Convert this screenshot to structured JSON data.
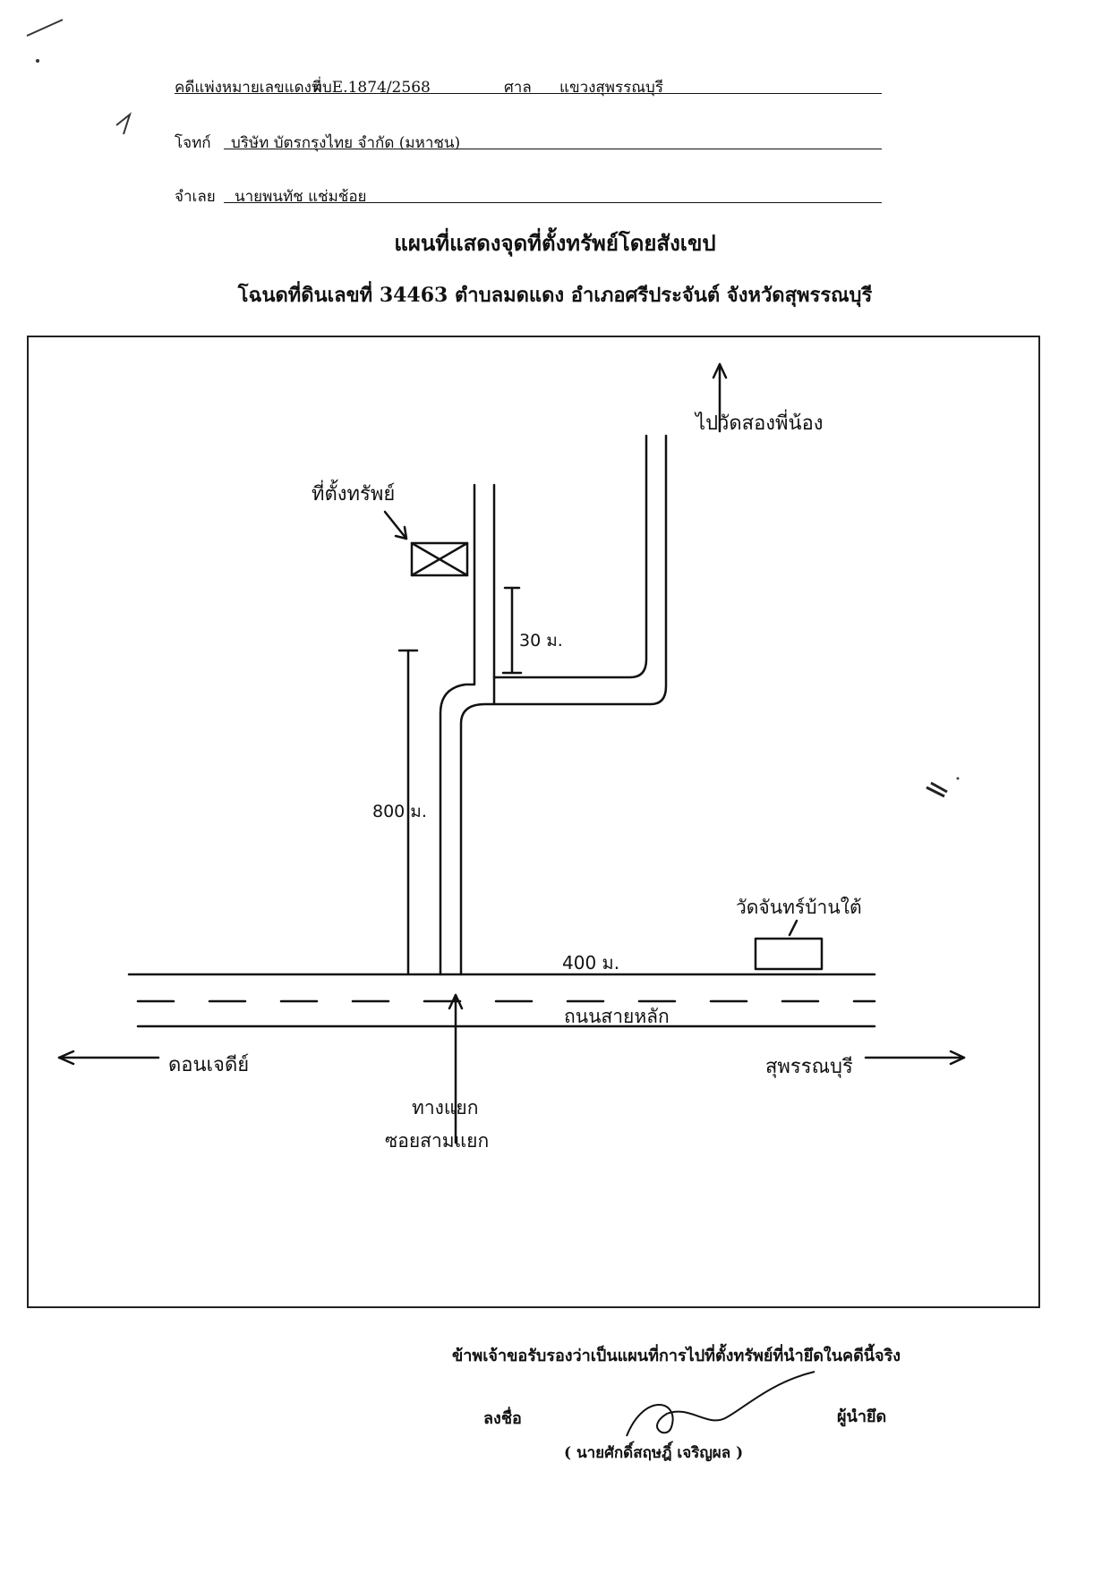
{
  "header": {
    "case_label": "คดีแพ่งหมายเลขแดงที่",
    "case_no": "ผบE.1874/2568",
    "court_label": "ศาล",
    "court_value": "แขวงสุพรรณบุรี",
    "plaintiff_label": "โจทก์",
    "plaintiff_value": "บริษัท บัตรกรุงไทย จำกัด (มหาชน)",
    "defendant_label": "จำเลย",
    "defendant_value": "นายพนทัช แช่มช้อย"
  },
  "title": {
    "line1": "แผนที่แสดงจุดที่ตั้งทรัพย์โดยสังเขป",
    "line2": "โฉนดที่ดินเลขที่ 34463 ตำบลมดแดง อำเภอศรีประจันต์ จังหวัดสุพรรณบุรี"
  },
  "map": {
    "label_property": "ที่ตั้งทรัพย์",
    "label_top_right": "ไปวัดสองพี่น้อง",
    "label_dist_30": "30 ม.",
    "label_dist_800": "800 ม.",
    "label_dist_400": "400 ม.",
    "label_landmark": "วัดจันทร์บ้านใต้",
    "label_road": "ถนนสายหลัก",
    "label_left": "ดอนเจดีย์",
    "label_right": "สุพรรณบุรี",
    "label_bottom_1": "ทางแยก",
    "label_bottom_2": "ซอยสามแยก"
  },
  "certification": {
    "statement": "ข้าพเจ้าขอรับรองว่าเป็นแผนที่การไปที่ตั้งทรัพย์ที่นำยึดในคดีนี้จริง",
    "sign_label": "ลงชื่อ",
    "role": "ผู้นำยึด",
    "name": "( นายศักดิ์สฤษฎิ์ เจริญผล )"
  }
}
